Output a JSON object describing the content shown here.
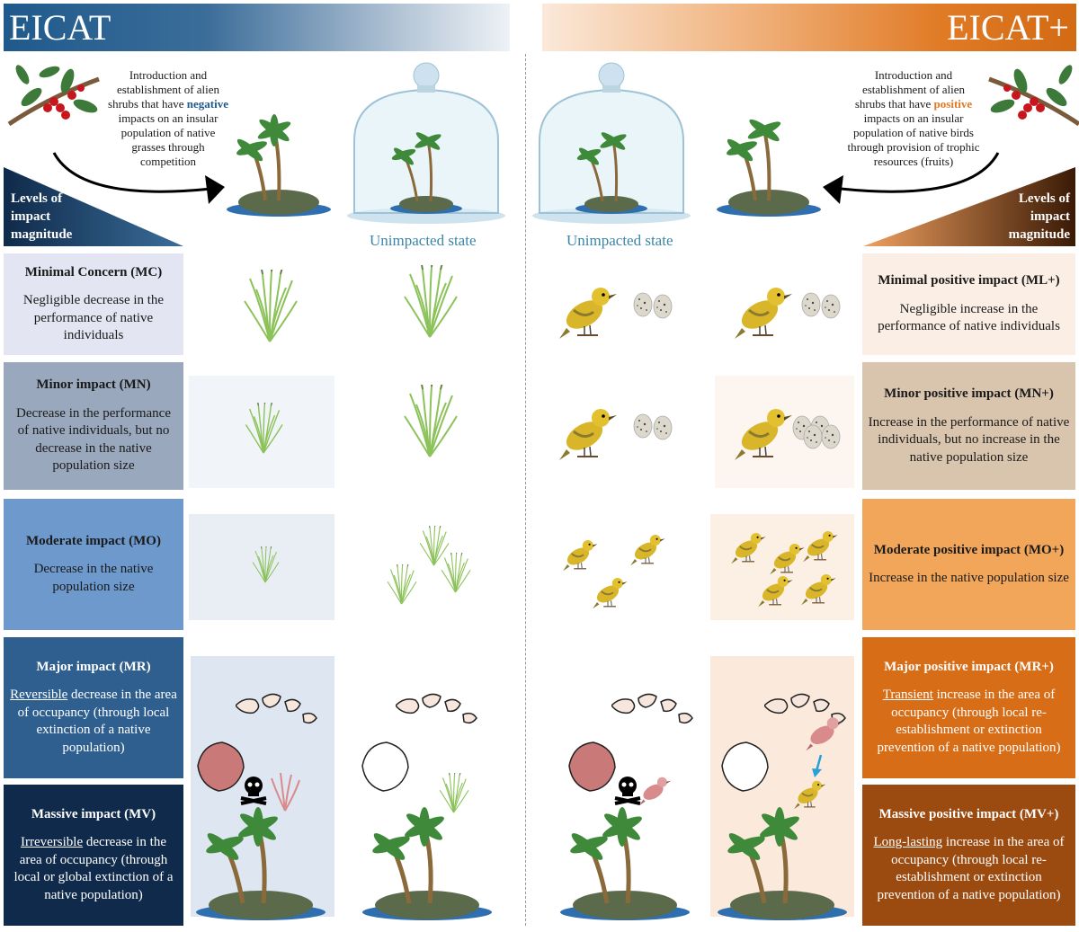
{
  "left": {
    "title": "EICAT",
    "intro_before": "Introduction and establishment of  alien shrubs that have ",
    "intro_highlight": "negative",
    "intro_after": " impacts on an insular population of native grasses through competition",
    "levels_label": "Levels of impact magnitude",
    "unimpacted": "Unimpacted state",
    "levels": [
      {
        "title": "Minimal Concern (MC)",
        "desc": "Negligible decrease in the performance of native individuals"
      },
      {
        "title": "Minor impact (MN)",
        "desc": "Decrease in the performance of native individuals, but no decrease in the native population size"
      },
      {
        "title": "Moderate impact (MO)",
        "desc": "Decrease in the native population size"
      },
      {
        "title": "Major impact (MR)",
        "desc_underlined": "Reversible",
        "desc": " decrease in the area of occupancy (through local extinction of a native population)"
      },
      {
        "title": "Massive impact (MV)",
        "desc_underlined": "Irreversible",
        "desc": " decrease in the area of occupancy (through local or global extinction of a native population)"
      }
    ]
  },
  "right": {
    "title": "EICAT+",
    "intro_before": "Introduction and establishment of alien shrubs that have ",
    "intro_highlight": "positive",
    "intro_after": " impacts on an insular population of native birds through provision of trophic resources (fruits)",
    "levels_label": "Levels of impact magnitude",
    "unimpacted": "Unimpacted state",
    "levels": [
      {
        "title": "Minimal positive impact (ML+)",
        "desc": "Negligible increase in the performance of native individuals"
      },
      {
        "title": "Minor positive impact (MN+)",
        "desc": "Increase in the performance of native individuals, but no increase in the native population size"
      },
      {
        "title": "Moderate positive impact (MO+)",
        "desc": "Increase in the native population size"
      },
      {
        "title": "Major positive impact (MR+)",
        "desc_underlined": "Transient",
        "desc": " increase in the area of occupancy (through local re-establishment or extinction prevention of a native population)"
      },
      {
        "title": "Massive positive impact (MV+)",
        "desc_underlined": "Long-lasting",
        "desc": " increase in the area of occupancy (through local re-establishment or extinction prevention of a native population)"
      }
    ]
  },
  "colors": {
    "left_boxes": [
      "#e3e6f2",
      "#9aa8bd",
      "#6e99cc",
      "#2f5f8f",
      "#0f2a4a"
    ],
    "left_text": [
      "#1a1a1a",
      "#1a1a1a",
      "#1a1a1a",
      "#ffffff",
      "#ffffff"
    ],
    "right_boxes": [
      "#fbeee4",
      "#d9c4ad",
      "#f2a65a",
      "#d86d18",
      "#9b4a10"
    ],
    "right_text": [
      "#1a1a1a",
      "#1a1a1a",
      "#1a1a1a",
      "#ffffff",
      "#ffffff"
    ],
    "accent_blue": "#1f5a8c",
    "accent_orange": "#e07a25"
  },
  "icons": [
    "shrub-berries-icon",
    "island-palm-icon",
    "glass-bell-jar-icon",
    "grass-tuft-icon",
    "yellow-bird-icon",
    "eggs-icon",
    "hawaii-islands-icon",
    "skull-crossbones-icon",
    "pink-bird-icon",
    "arrow-icon"
  ]
}
